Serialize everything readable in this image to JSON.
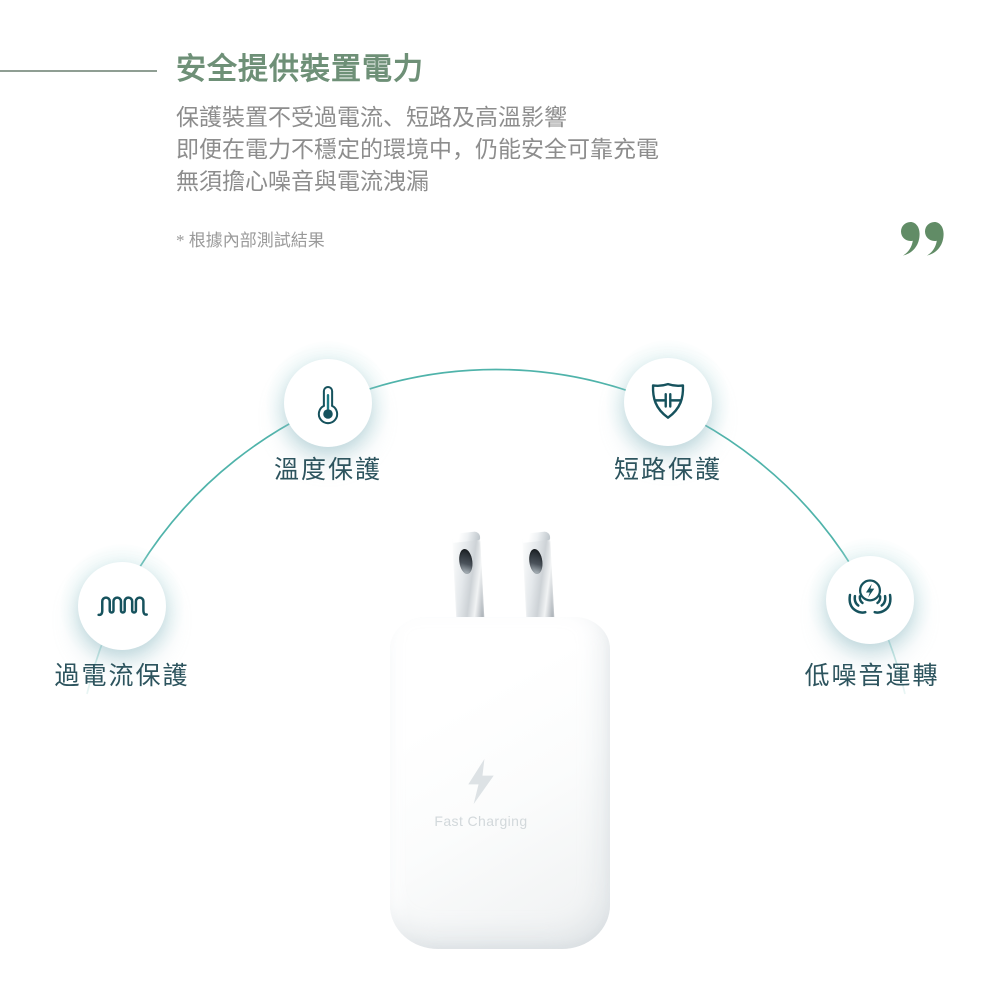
{
  "header": {
    "title": "安全提供裝置電力",
    "body_lines": [
      "保護裝置不受過電流、短路及高溫影響",
      "即便在電力不穩定的環境中，仍能安全可靠充電",
      "無須擔心噪音與電流洩漏"
    ],
    "footnote": "* 根據內部測試結果",
    "quote_icon": "closing-quote-icon"
  },
  "features": [
    {
      "label": "溫度保護",
      "icon": "thermometer-icon"
    },
    {
      "label": "短路保護",
      "icon": "shield-capacitor-icon"
    },
    {
      "label": "過電流保護",
      "icon": "coil-icon"
    },
    {
      "label": "低噪音運轉",
      "icon": "hands-energy-icon"
    }
  ],
  "charger": {
    "brand_label": "Fast Charging",
    "logo_icon": "lightning-bolt-icon"
  },
  "colors": {
    "title_green": "#6e9077",
    "rule_green": "#8f9e93",
    "body_gray": "#8d8d8d",
    "quote_green": "#618c66",
    "arc_teal": "#4fb3aa",
    "icon_ink": "#16525d",
    "icon_accent": "#1d7b85",
    "label_ink": "#2d545e"
  }
}
